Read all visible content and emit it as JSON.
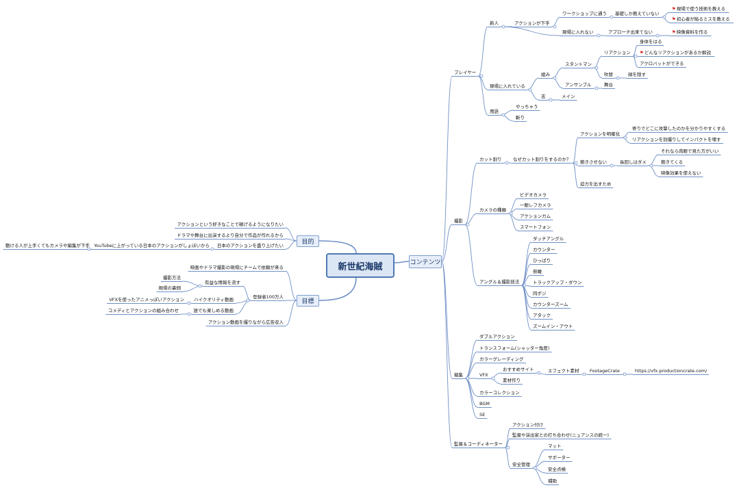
{
  "root": "新世紀海賊",
  "main": {
    "contents": "コンテンツ",
    "purpose": "目的",
    "goal": "目標"
  },
  "player": {
    "label": "プレイヤー",
    "newbie": "新人",
    "action_poor": "アクションが下手",
    "workshop": "ワークショップに通う",
    "only_basics": "基礎しか教えていない",
    "field_tech": "現場で使う技術を教える",
    "beginner_mistakes": "初心者が陥るミスを教える",
    "cant_enter": "現場に入れない",
    "cant_approach": "アプローチ出来てない",
    "make_video": "映像資料を作る",
    "in_field": "現場に入れている",
    "group": "組み",
    "stuntman": "スタントマン",
    "reaction": "リアクション",
    "body": "身体をはる",
    "explain_reaction": "どんなリアクションがあるか解説",
    "acrobat": "アクロバットができる",
    "dub": "吹替",
    "face_hide": "顔を隠す",
    "ensemble": "アンサンブル",
    "stage": "舞台",
    "lead": "志",
    "main_role": "メイン",
    "terms": "用語",
    "yacchau": "やっちゃう",
    "kiri": "斬り"
  },
  "shoot": {
    "label": "撮影",
    "cut": "カット割り",
    "why_cut": "なぜカット割りをするのか？",
    "clarify": "アクションを明確化",
    "where_attack": "寄りでどこに攻撃したのかを分かりやすくする",
    "reaction_impact": "リアクションを別撮りしてインパクトを増す",
    "no_bore": "飽きさせない",
    "long_take_bad": "長回しはダメ",
    "inside_dull": "それなら肉眼で見た方がいい",
    "bored": "飽きてくる",
    "no_effects": "映像効果を使えない",
    "power": "迫力を出すため",
    "camera_types": "カメラの種類",
    "cameras": [
      "ビデオカメラ",
      "一眼レフカメラ",
      "アクションカム",
      "スマートフォン"
    ],
    "angle": "アングル＆撮影技法",
    "angles": [
      "ダッチアングル",
      "カウンター",
      "ひっぱり",
      "俯瞰",
      "トラックアップ・ダウン",
      "同ポジ",
      "カウンターズーム",
      "アタック",
      "ズームイン・アウト"
    ]
  },
  "edit": {
    "label": "編集",
    "items_top": [
      "ダブルアクション",
      "トランスフォーム(シャッター角度)",
      "カラーグレーディング"
    ],
    "vfx": "VFX",
    "recommended": "おすすめサイト",
    "effects": "エフェクト素材",
    "footagecrate": "FootageCrate",
    "url": "https://vfx.productioncrate.com/",
    "material": "素材作り",
    "items_bottom": [
      "カラーコレクション",
      "BGM",
      "SE"
    ]
  },
  "director": {
    "label": "監督＆コーディネーター",
    "choreo": "アクション付け",
    "meeting": "監督や演出家との打ち合わせ(ニュアンスの統一)",
    "safety": "安全管理",
    "safety_items": [
      "マット",
      "サポーター",
      "安全点検",
      "補助"
    ]
  },
  "purpose": {
    "p1": "アクションという好きなことで稼げるようになりたい",
    "p2": "ドラマや舞台に出演するより自分で作品が作れるから",
    "p3": "日本のアクションを盛り上げたい",
    "p3a": "YouTubeに上がっている日本のアクションがしょぼいから",
    "p3b": "動ける人が上手くてもカメラや編集が下手"
  },
  "goal": {
    "g1": "映画やドラマ撮影の現場にチームで依頼が来る",
    "subs": "登録者100万人",
    "useful": "有益な情報を流す",
    "method": "撮影方法",
    "behind": "現場の裏側",
    "hq": "ハイクオリティ動画",
    "vfx_anime": "VFXを使ったアニメっぽいアクション",
    "anyone": "誰でも楽しめる動画",
    "comedy": "コメディとアクションの組み合わせ",
    "ads": "アクション動画を撮りながら広告収入"
  }
}
